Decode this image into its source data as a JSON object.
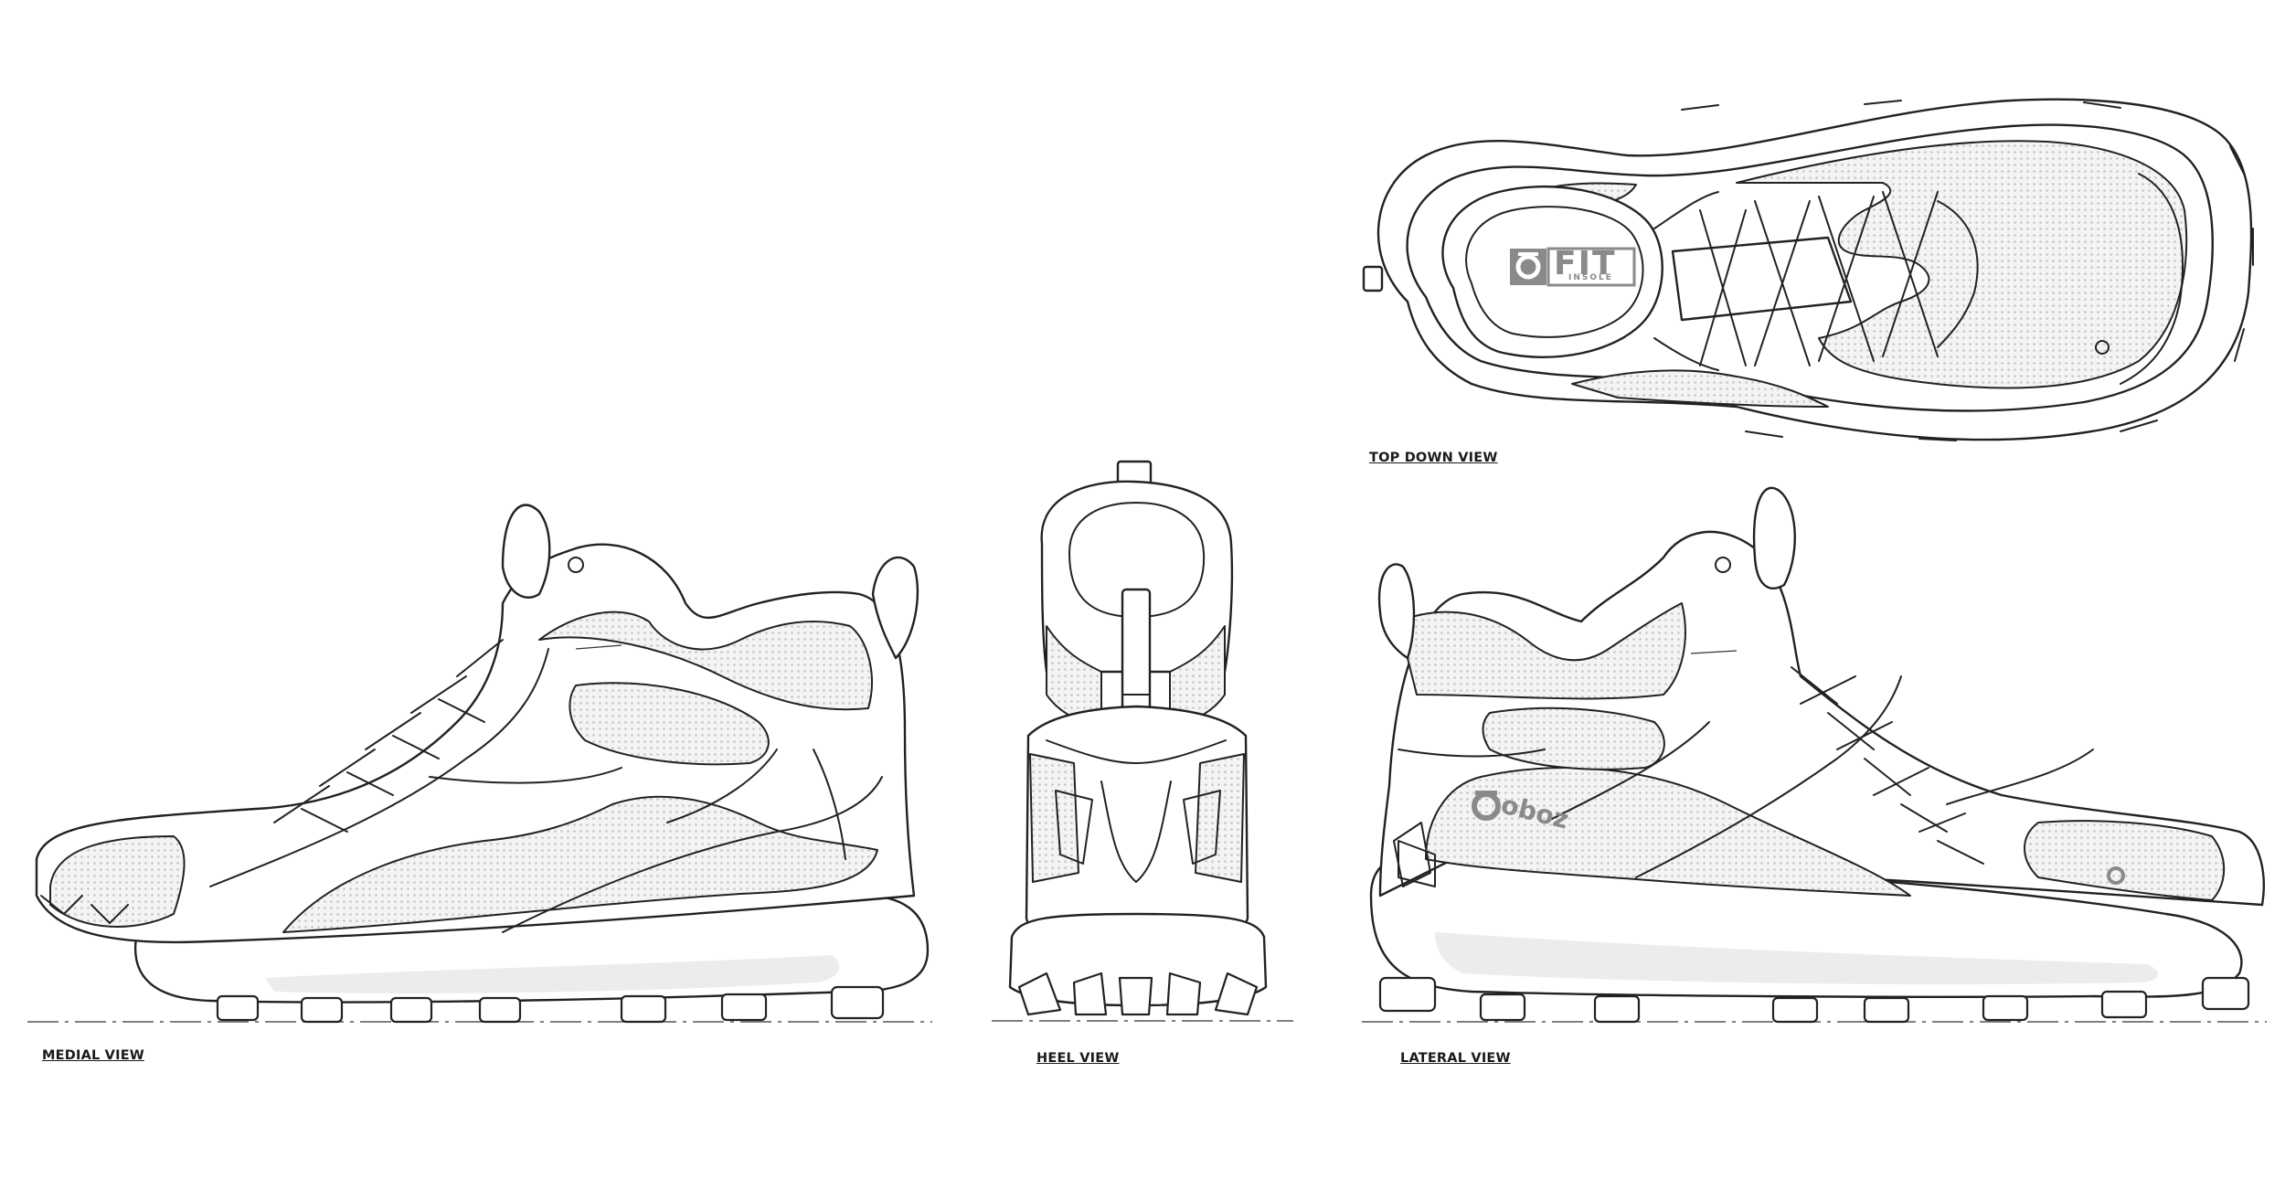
{
  "views": {
    "medial": {
      "caption": "MEDIAL VIEW"
    },
    "heel": {
      "caption": "HEEL VIEW"
    },
    "lateral": {
      "caption": "LATERAL VIEW",
      "brand_logo": "oboz"
    },
    "top_down": {
      "caption": "TOP DOWN VIEW",
      "insole_logo": {
        "word": "FIT",
        "subword": "INSOLE"
      }
    }
  },
  "colors": {
    "line": "#222222",
    "mesh": "#d9d9d9",
    "logo_gray": "#8a8a8a"
  }
}
